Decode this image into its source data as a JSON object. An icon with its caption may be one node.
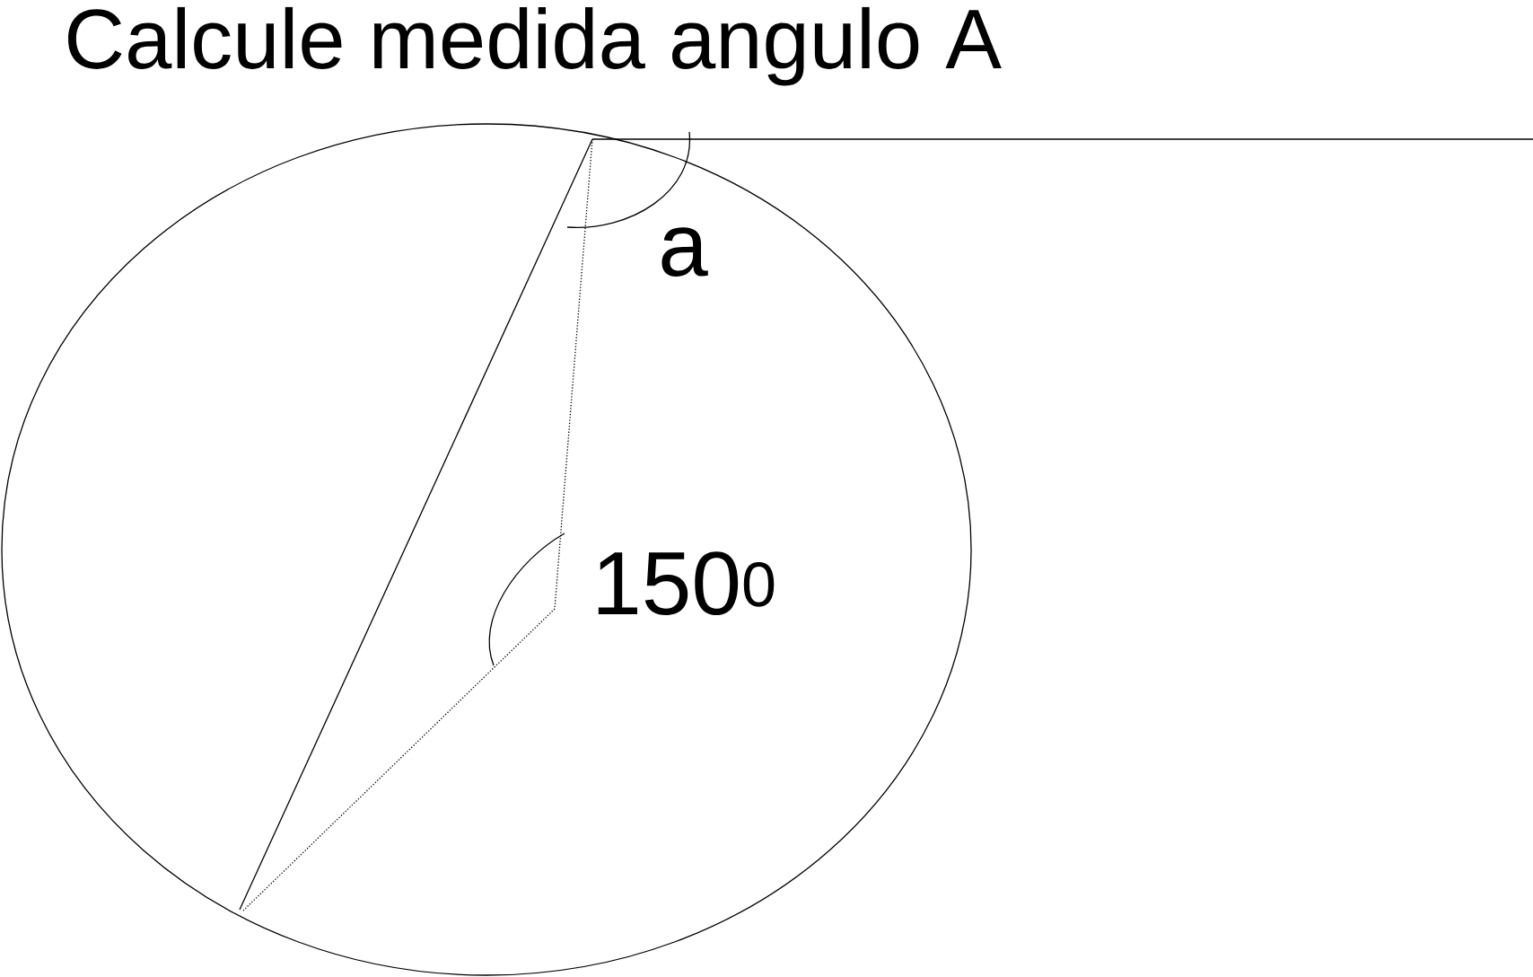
{
  "diagram": {
    "title": "Calcule medida angulo A",
    "labels": [
      "a",
      "150$^{0}$"
    ]
  }
}
